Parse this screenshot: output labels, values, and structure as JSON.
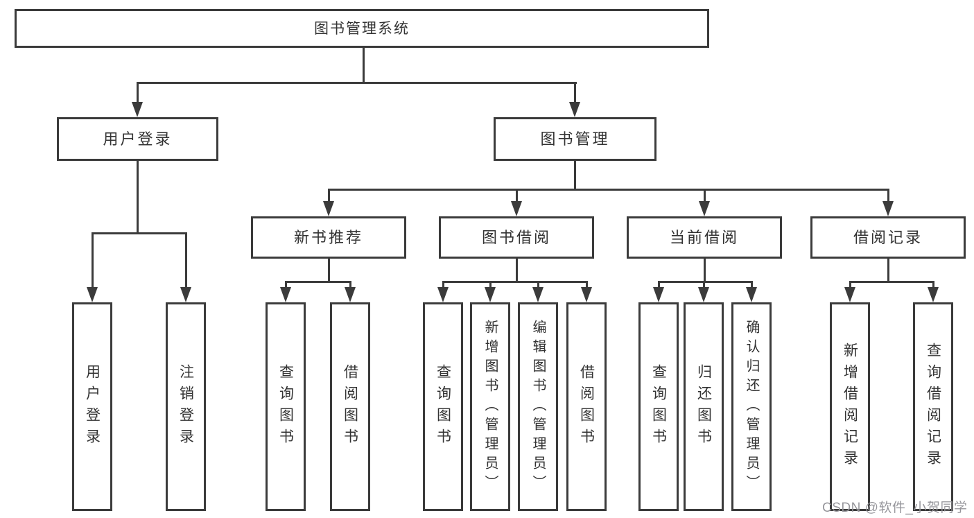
{
  "diagram": {
    "tree": {
      "label": "图书管理系统",
      "children": [
        {
          "label": "用户登录",
          "children": [
            {
              "label": "用户登录"
            },
            {
              "label": "注销登录"
            }
          ]
        },
        {
          "label": "图书管理",
          "children": [
            {
              "label": "新书推荐",
              "children": [
                {
                  "label": "查询图书"
                },
                {
                  "label": "借阅图书"
                }
              ]
            },
            {
              "label": "图书借阅",
              "children": [
                {
                  "label": "查询图书"
                },
                {
                  "label": "新增图书（管理员）"
                },
                {
                  "label": "编辑图书（管理员）"
                },
                {
                  "label": "借阅图书"
                }
              ]
            },
            {
              "label": "当前借阅",
              "children": [
                {
                  "label": "查询图书"
                },
                {
                  "label": "归还图书"
                },
                {
                  "label": "确认归还（管理员）"
                }
              ]
            },
            {
              "label": "借阅记录",
              "children": [
                {
                  "label": "新增借阅记录"
                },
                {
                  "label": "查询借阅记录"
                }
              ]
            }
          ]
        }
      ]
    },
    "colors": {
      "line": "#3b3b3b",
      "text": "#333333",
      "background": "#ffffff",
      "watermark": "#97979c"
    }
  },
  "watermark": {
    "text": "CSDN @软件_小贺同学"
  }
}
